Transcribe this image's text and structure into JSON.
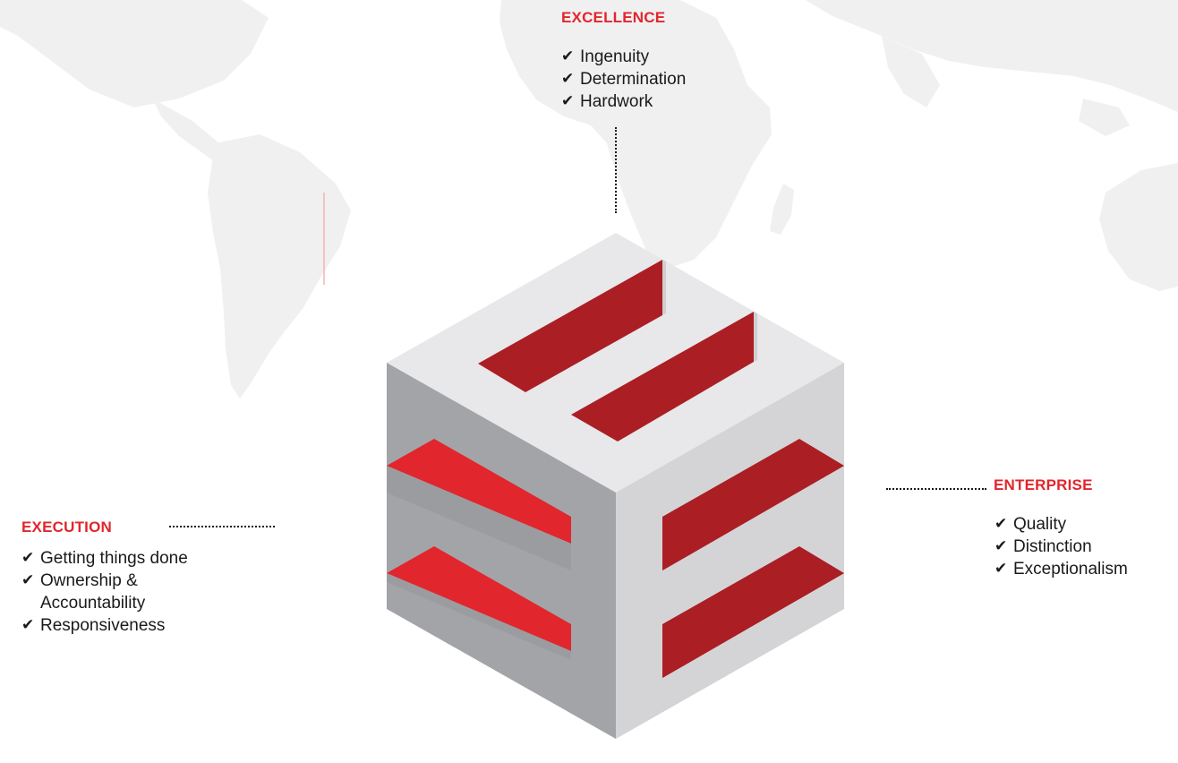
{
  "colors": {
    "accent_red": "#e1262d",
    "dark_red": "#ab1e24",
    "top_face": "#e8e8ea",
    "left_face": "#a3a4a8",
    "right_face": "#d4d4d6",
    "map_land": "#f0f0f1",
    "text": "#1a1a1a"
  },
  "icons": {
    "bullet": "check-mark-icon",
    "logo": "cube-e-logo-icon",
    "background": "world-map-icon"
  },
  "check_glyph": "✔",
  "excellence": {
    "heading": "EXCELLENCE",
    "items": [
      "Ingenuity",
      "Determination",
      "Hardwork"
    ]
  },
  "execution": {
    "heading": "EXECUTION",
    "items": [
      "Getting things done",
      "Ownership &\nAccountability",
      "Responsiveness"
    ]
  },
  "enterprise": {
    "heading": "ENTERPRISE",
    "items": [
      "Quality",
      "Distinction",
      "Exceptionalism"
    ]
  }
}
